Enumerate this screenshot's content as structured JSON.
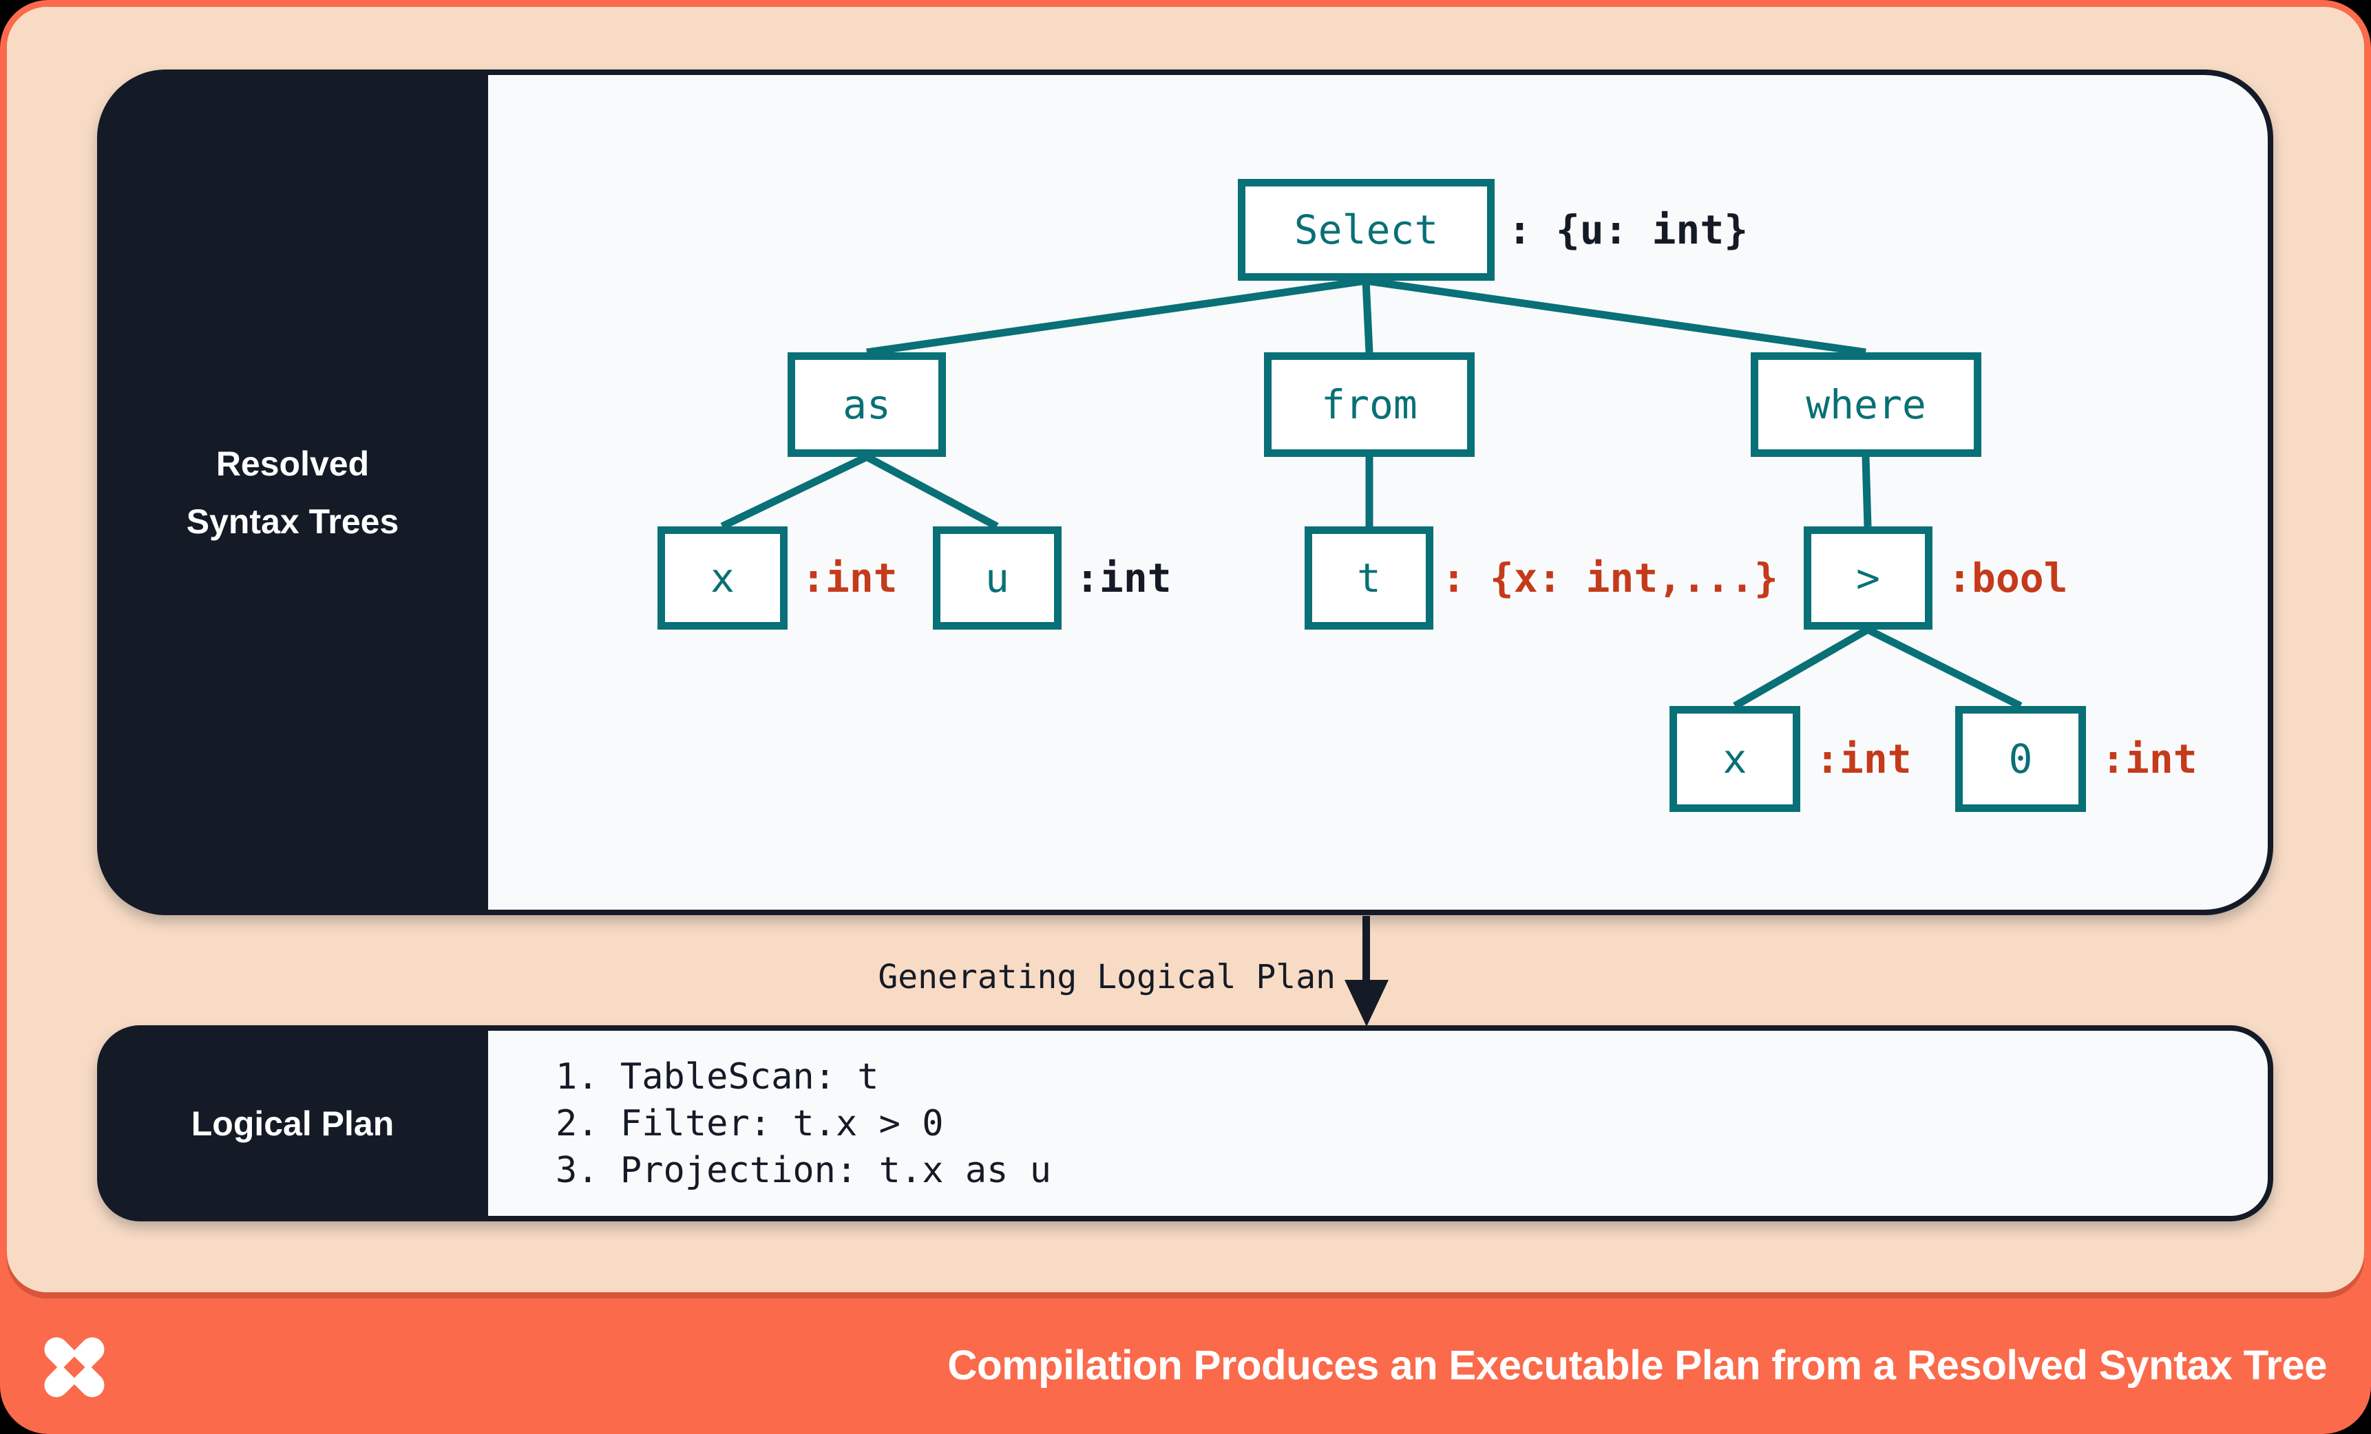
{
  "top_panel": {
    "sidebar_label_line1": "Resolved",
    "sidebar_label_line2": "Syntax Trees",
    "tree": {
      "nodes": [
        {
          "id": "select",
          "label": "Select",
          "type_label": ": {u: int}",
          "type_color": "navy"
        },
        {
          "id": "as",
          "label": "as"
        },
        {
          "id": "from",
          "label": "from"
        },
        {
          "id": "where",
          "label": "where"
        },
        {
          "id": "x1",
          "label": "x",
          "type_label": ":int",
          "type_color": "red"
        },
        {
          "id": "u",
          "label": "u",
          "type_label": ":int",
          "type_color": "navy"
        },
        {
          "id": "t",
          "label": "t",
          "type_label": ": {x: int,...}",
          "type_color": "red"
        },
        {
          "id": "gt",
          "label": ">",
          "type_label": ":bool",
          "type_color": "red"
        },
        {
          "id": "x2",
          "label": "x",
          "type_label": ":int",
          "type_color": "red"
        },
        {
          "id": "zero",
          "label": "0",
          "type_label": ":int",
          "type_color": "red"
        }
      ]
    }
  },
  "transition": {
    "label": "Generating Logical Plan"
  },
  "bottom_panel": {
    "sidebar_label": "Logical Plan",
    "steps": [
      "1. TableScan: t",
      "2. Filter: t.x > 0",
      "3. Projection: t.x as u"
    ]
  },
  "footer": {
    "title": "Compilation Produces an Executable Plan from a Resolved Syntax Tree"
  },
  "icons": {
    "logo": "pinwheel-x-star"
  },
  "colors": {
    "orange": "#FA6A4B",
    "peach": "#F8DBC5",
    "navy": "#141B27",
    "content_bg": "#F9FAFB",
    "teal": "#087076",
    "red": "#C43A1B",
    "white": "#FFFFFF"
  }
}
